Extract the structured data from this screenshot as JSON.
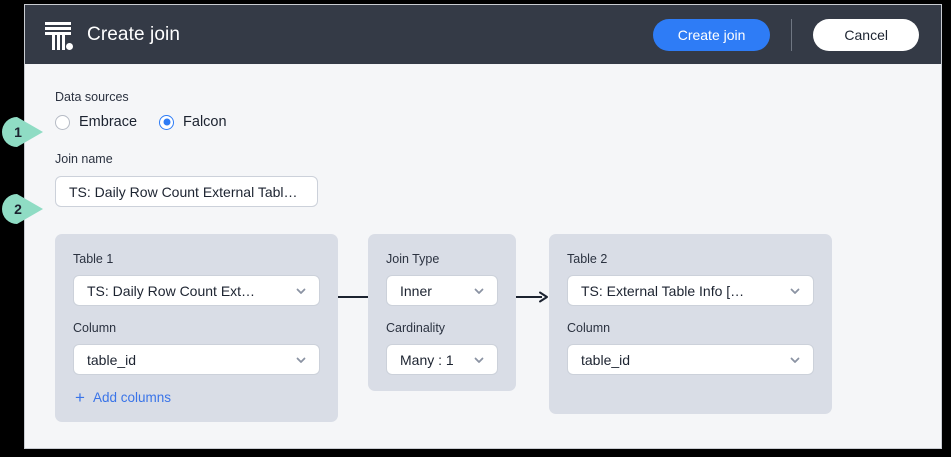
{
  "header": {
    "logo_icon": "thoughtspot-logo-icon",
    "title": "Create join",
    "primary_button": "Create join",
    "secondary_button": "Cancel"
  },
  "colors": {
    "header_bg": "#343A46",
    "accent_blue": "#2E7CF6",
    "link_blue": "#3A74E8",
    "card_bg": "#D9DDE6",
    "page_bg": "#F5F6F8",
    "badge_mint": "#8FDCC4"
  },
  "form": {
    "data_sources": {
      "label": "Data sources",
      "options": [
        {
          "label": "Embrace",
          "selected": false
        },
        {
          "label": "Falcon",
          "selected": true
        }
      ]
    },
    "join_name": {
      "label": "Join name",
      "value": "TS: Daily Row Count External Tabl…"
    }
  },
  "cards": {
    "table1": {
      "label": "Table 1",
      "table_value": "TS: Daily Row Count Ext…",
      "column_label": "Column",
      "column_value": "table_id",
      "add_columns_label": "Add columns",
      "add_columns_plus": "+"
    },
    "join": {
      "type_label": "Join Type",
      "type_value": "Inner",
      "cardinality_label": "Cardinality",
      "cardinality_value": "Many : 1"
    },
    "table2": {
      "label": "Table 2",
      "table_value": "TS: External Table Info […",
      "column_label": "Column",
      "column_value": "table_id"
    }
  },
  "callouts": [
    {
      "number": "1"
    },
    {
      "number": "2"
    }
  ]
}
